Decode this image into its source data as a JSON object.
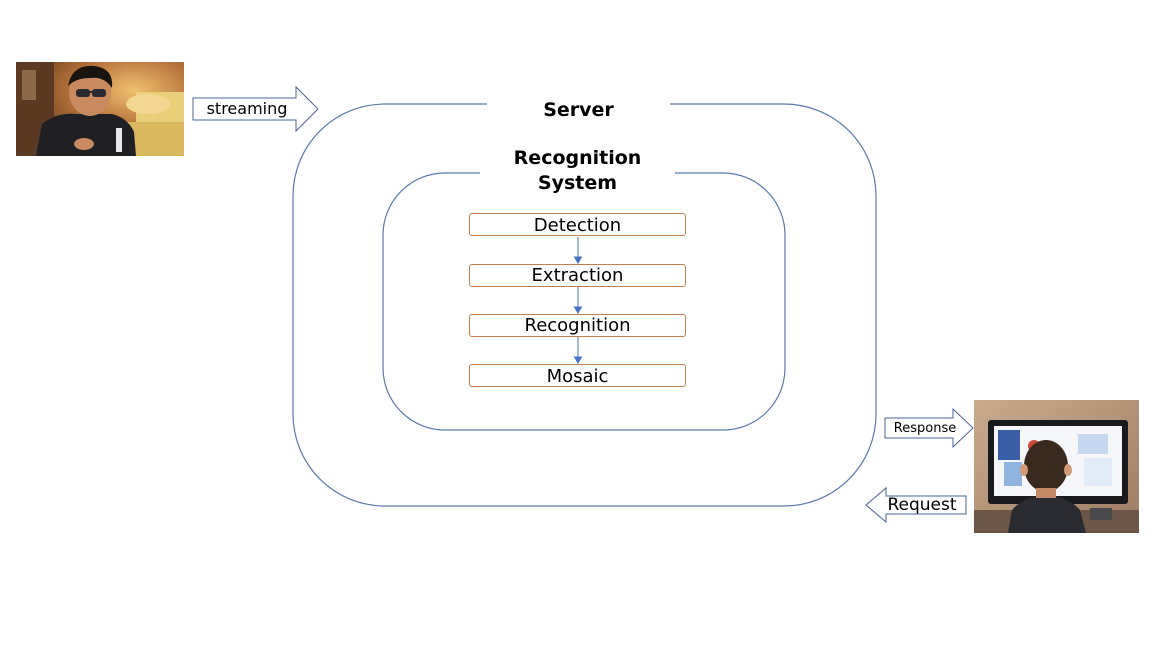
{
  "server": {
    "title": "Server"
  },
  "recognition_system": {
    "title_line1": "Recognition",
    "title_line2": "System"
  },
  "pipeline": {
    "steps": [
      "Detection",
      "Extraction",
      "Recognition",
      "Mosaic"
    ]
  },
  "arrows": {
    "streaming": "streaming",
    "response": "Response",
    "request": "Request"
  },
  "colors": {
    "container_stroke": "#5b7aa8",
    "step_border": "#c08050",
    "step_arrow": "#4472c4",
    "block_arrow_stroke": "#4a6496"
  }
}
